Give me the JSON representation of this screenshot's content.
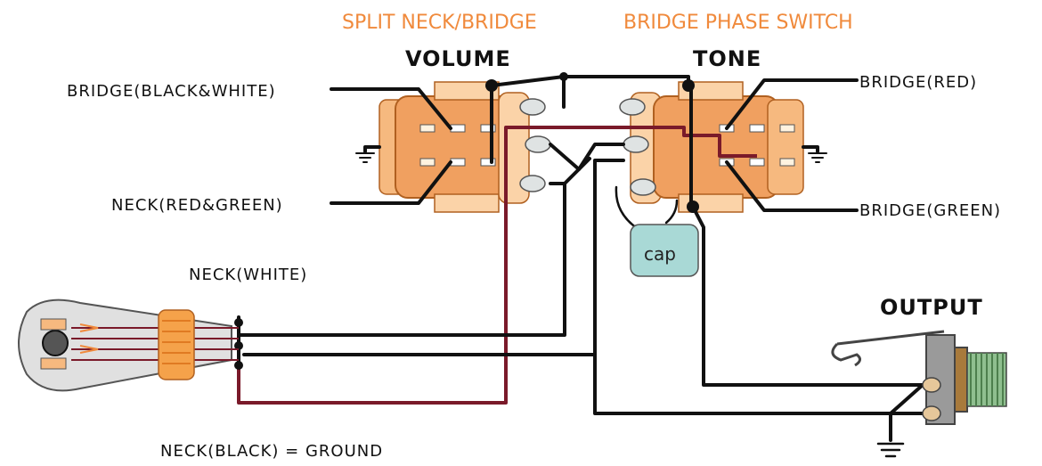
{
  "headers": {
    "split_switch": "SPLIT NECK/BRIDGE",
    "phase_switch": "BRIDGE PHASE SWITCH",
    "volume": "VOLUME",
    "tone": "TONE",
    "output": "OUTPUT"
  },
  "wire_labels": {
    "bridge_black_white": "BRIDGE(BLACK&WHITE)",
    "neck_red_green": "NECK(RED&GREEN)",
    "bridge_red": "BRIDGE(RED)",
    "bridge_green": "BRIDGE(GREEN)",
    "neck_white": "NECK(WHITE)",
    "neck_black_ground": "NECK(BLACK) = GROUND"
  },
  "components": {
    "capacitor_label": "cap"
  },
  "colors": {
    "header_orange": "#f08a3c",
    "wire_black": "#111111",
    "wire_maroon": "#7a1a2a",
    "pot_orange": "#f0a060",
    "cap_teal": "#a9d9d6"
  }
}
